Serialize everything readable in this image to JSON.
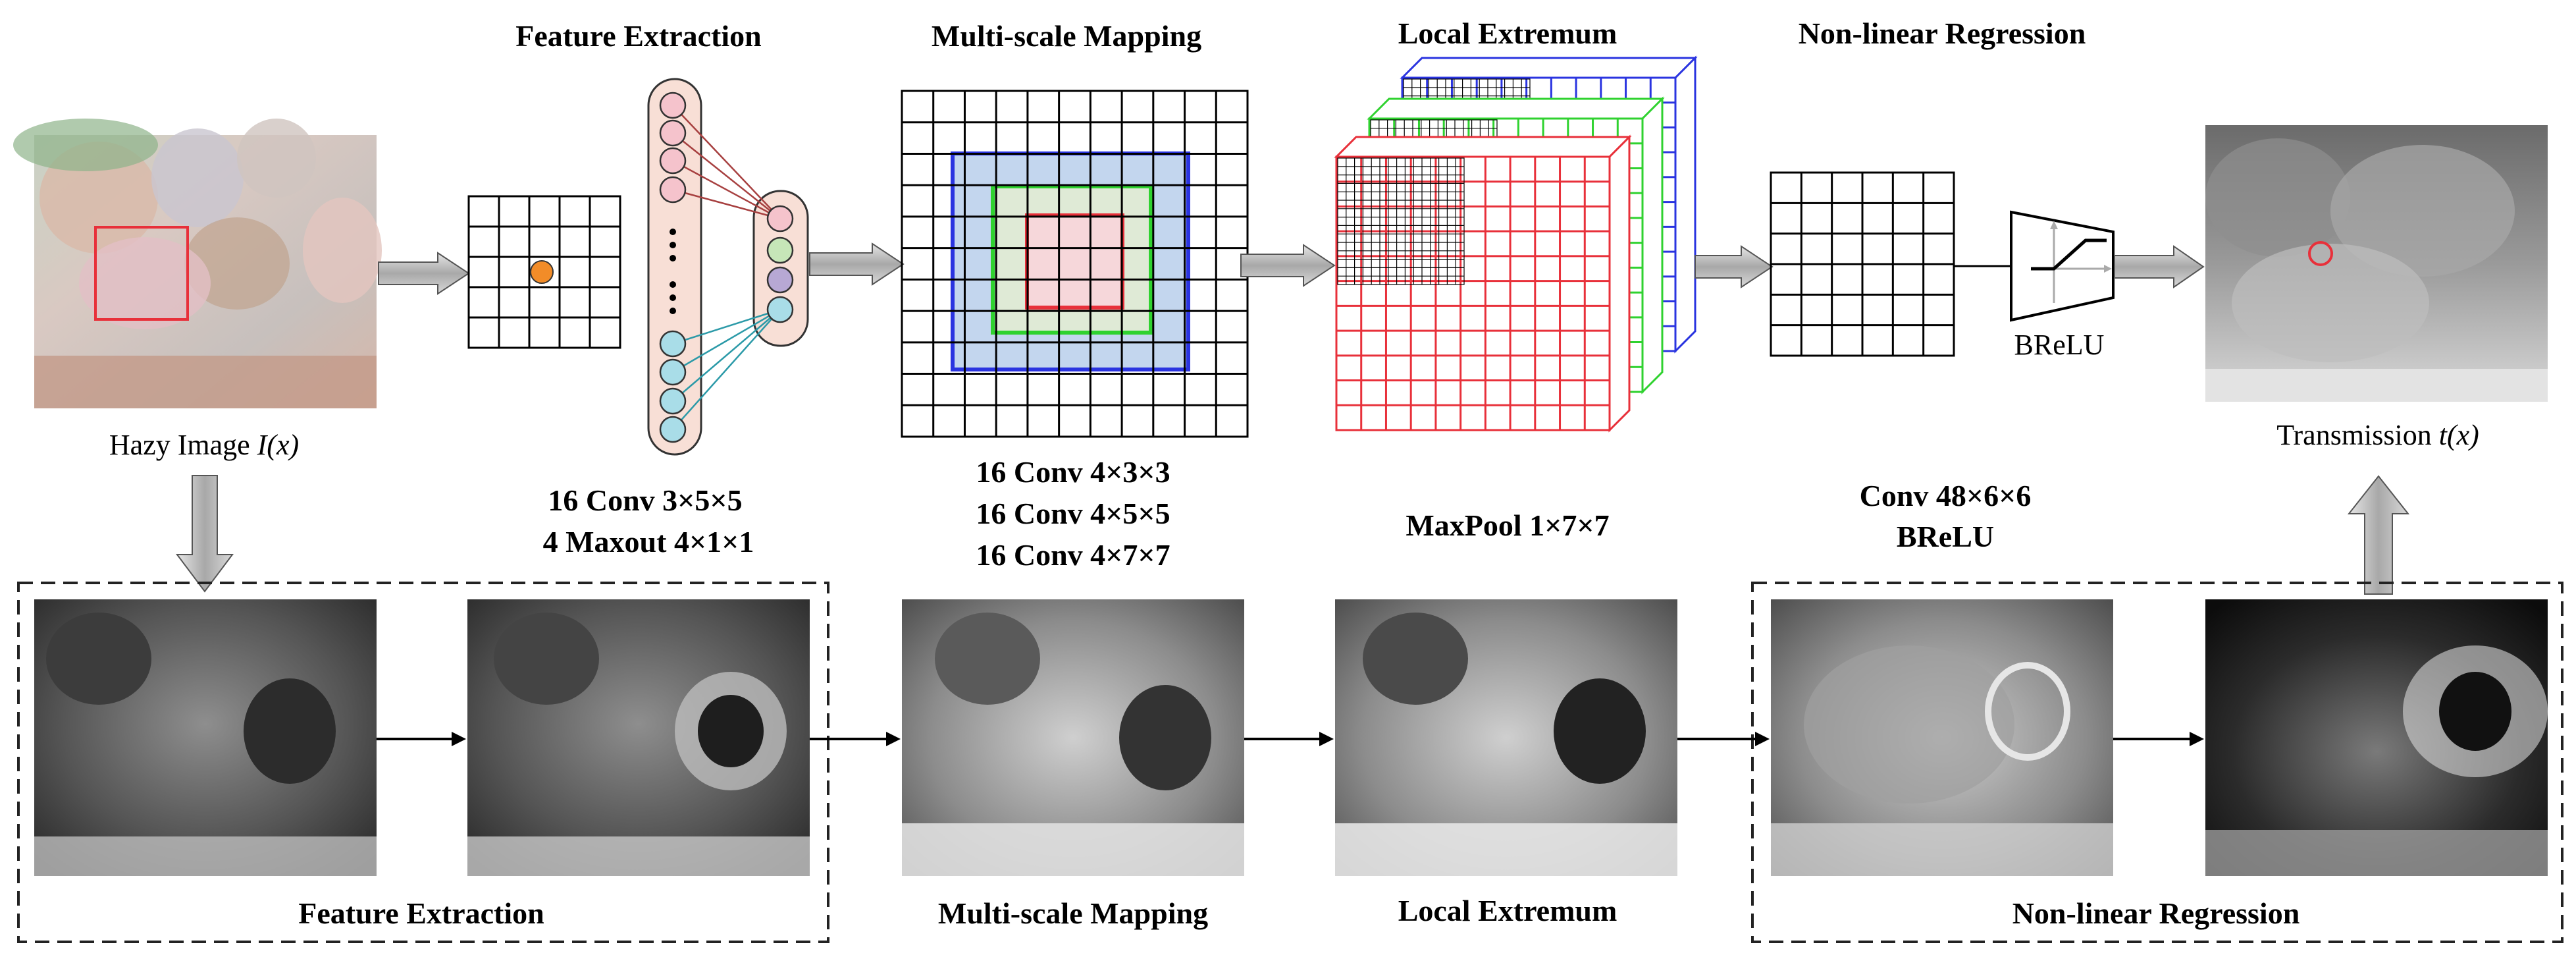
{
  "top_titles": {
    "feature_extraction": "Feature Extraction",
    "multi_scale_mapping": "Multi-scale Mapping",
    "local_extremum": "Local Extremum",
    "non_linear_regression": "Non-linear Regression"
  },
  "input_label": {
    "prefix": "Hazy Image ",
    "var": "I(x)"
  },
  "output_label": {
    "prefix": "Transmission ",
    "var": "t(x)"
  },
  "brelu_label": "BReLU",
  "params": {
    "fe_1": "16 Conv 3×5×5",
    "fe_2": "4 Maxout 4×1×1",
    "ms_1": "16 Conv 4×3×3",
    "ms_2": "16 Conv 4×5×5",
    "ms_3": "16 Conv 4×7×7",
    "le_1": "MaxPool 1×7×7",
    "nr_1": "Conv 48×6×6",
    "nr_2": "BReLU"
  },
  "bottom_titles": {
    "feature_extraction": "Feature Extraction",
    "multi_scale_mapping": "Multi-scale Mapping",
    "local_extremum": "Local Extremum",
    "non_linear_regression": "Non-linear Regression"
  },
  "colors": {
    "node_pink": "#f5c3cc",
    "node_cyan": "#a9dde8",
    "node_green": "#c6e6b8",
    "node_purple": "#b7a8d4",
    "orange": "#f28c28",
    "red": "#e8303a",
    "green": "#2fd22f",
    "blue": "#2a34e0",
    "link_red": "#a74040",
    "link_teal": "#2b9aa8",
    "arrow_gray": "#b5b5b5"
  },
  "icons": [
    "hazy-image-thumbnail",
    "grid-icon",
    "maxout-network-icon",
    "brelu-function-icon",
    "transmission-map-thumbnail"
  ]
}
